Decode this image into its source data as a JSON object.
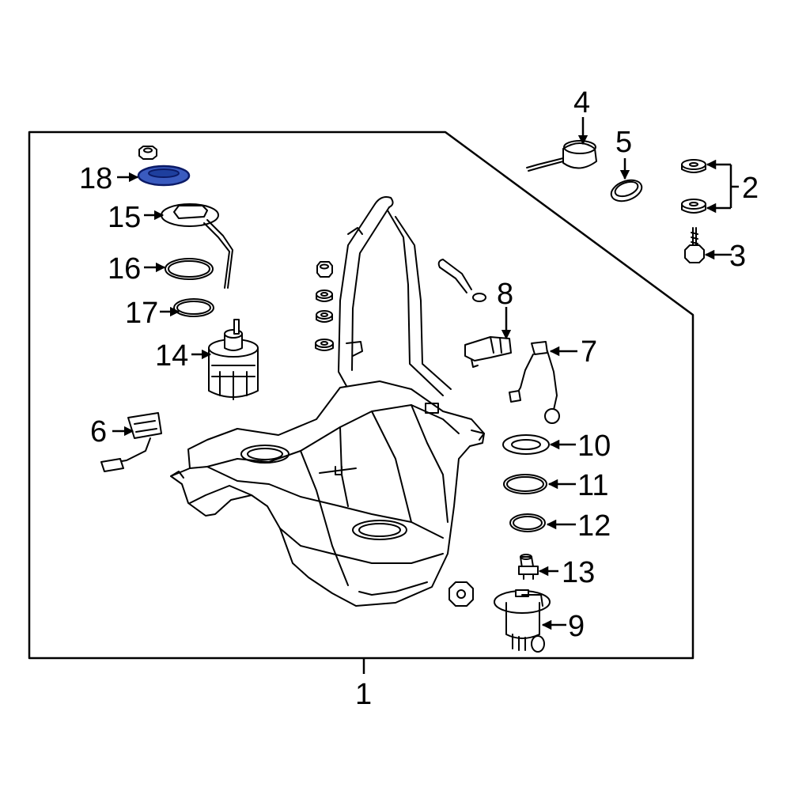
{
  "callouts": [
    {
      "id": "1",
      "text": "1"
    },
    {
      "id": "2",
      "text": "2"
    },
    {
      "id": "3",
      "text": "3"
    },
    {
      "id": "4",
      "text": "4"
    },
    {
      "id": "5",
      "text": "5"
    },
    {
      "id": "6",
      "text": "6"
    },
    {
      "id": "7",
      "text": "7"
    },
    {
      "id": "8",
      "text": "8"
    },
    {
      "id": "9",
      "text": "9"
    },
    {
      "id": "10",
      "text": "10"
    },
    {
      "id": "11",
      "text": "11"
    },
    {
      "id": "12",
      "text": "12"
    },
    {
      "id": "13",
      "text": "13"
    },
    {
      "id": "14",
      "text": "14"
    },
    {
      "id": "15",
      "text": "15"
    },
    {
      "id": "16",
      "text": "16"
    },
    {
      "id": "17",
      "text": "17"
    },
    {
      "id": "18",
      "text": "18"
    }
  ],
  "highlighted_part": "18",
  "colors": {
    "highlight_fill": "#3a5bbf",
    "highlight_stroke": "#0b1a66",
    "line": "#000000",
    "background": "#ffffff"
  }
}
